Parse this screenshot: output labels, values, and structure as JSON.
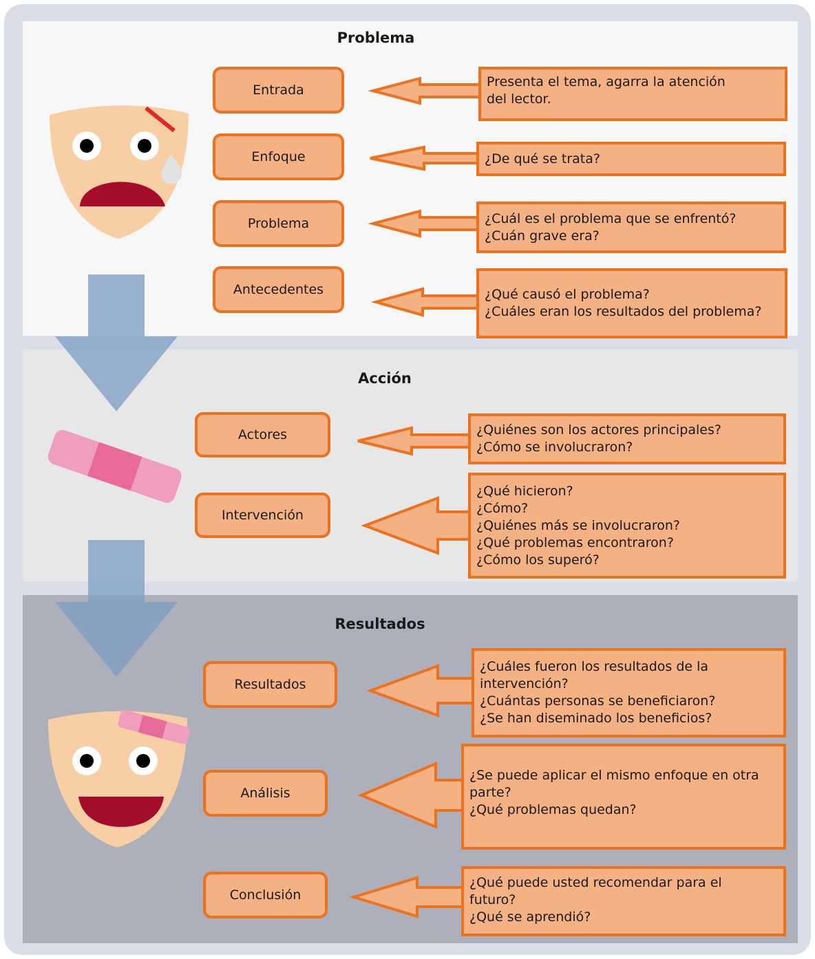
{
  "colors": {
    "box_fill": "#f4b183",
    "box_border": "#ec7220",
    "flow_arrow": "#7f9fc4",
    "face": "#f8cfa4",
    "mouth": "#a50e2a",
    "bandage_light": "#f09ebf",
    "bandage_dark": "#e86a9b"
  },
  "sections": [
    {
      "title": "Problema",
      "items": [
        {
          "label": "Entrada",
          "text": "Presenta el tema, agarra la atención\ndel lector."
        },
        {
          "label": "Enfoque",
          "text": "¿De qué se trata?"
        },
        {
          "label": "Problema",
          "text": "¿Cuál es el problema que se enfrentó?\n¿Cuán grave era?"
        },
        {
          "label": "Antecedentes",
          "text": "¿Qué causó el problema?\n¿Cuáles eran los resultados del problema?"
        }
      ]
    },
    {
      "title": "Acción",
      "items": [
        {
          "label": "Actores",
          "text": "¿Quiénes son los actores principales?\n¿Cómo se involucraron?"
        },
        {
          "label": "Intervención",
          "text": "¿Qué hicieron?\n¿Cómo?\n¿Quiénes más se involucraron?\n¿Qué problemas encontraron?\n¿Cómo los superó?"
        }
      ]
    },
    {
      "title": "Resultados",
      "items": [
        {
          "label": "Resultados",
          "text": "¿Cuáles fueron los resultados de la\nintervención?\n¿Cuántas personas se beneficiaron?\n¿Se han diseminado los beneficios?"
        },
        {
          "label": "Análisis",
          "text": "¿Se puede aplicar el mismo enfoque en otra\nparte?\n¿Qué problemas quedan?"
        },
        {
          "label": "Conclusión",
          "text": "¿Qué puede usted recomendar para el\nfuturo?\n¿Qué se aprendió?"
        }
      ]
    }
  ]
}
